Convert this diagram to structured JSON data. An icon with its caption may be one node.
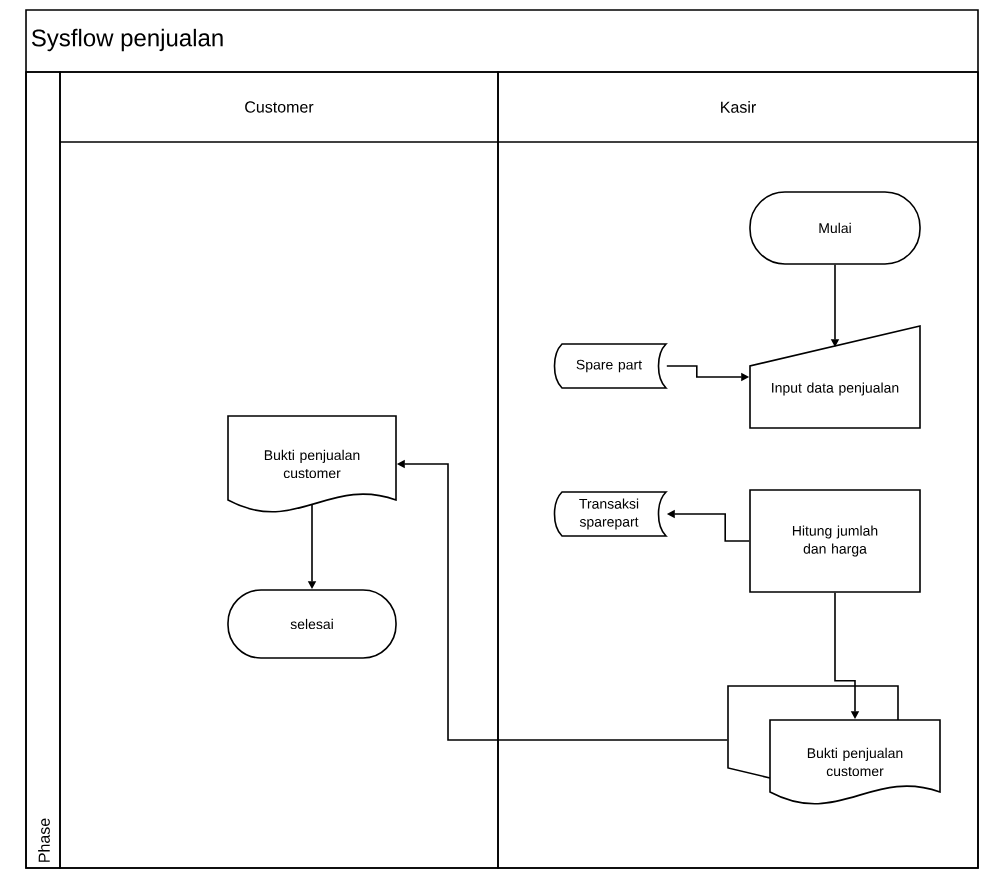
{
  "diagram": {
    "title": "Sysflow penjualan",
    "nodes": [
      {
        "text": [
          "Customer"
        ]
      },
      {
        "text": [
          "Kasir"
        ]
      },
      {
        "text": [
          "Mulai"
        ],
        "in": 1
      },
      {
        "text": [
          "Spare part"
        ],
        "in": 1
      },
      {
        "text": [
          "Input data penjualan"
        ],
        "in": 1
      },
      {
        "text": [
          "Transaksi sparepart"
        ],
        "in": 1
      },
      {
        "text": [
          "Hitung jumlah dan harga"
        ],
        "in": 1
      },
      {
        "text": [
          "Bukti penjualan customer"
        ],
        "in": 0
      },
      {
        "text": [
          "selesai"
        ],
        "in": 0
      },
      {
        "text": [
          "Bukti penjualan customer"
        ],
        "in": 1
      }
    ],
    "edges": [
      {
        "from": 2,
        "to": 4,
        "arrow": "to"
      },
      {
        "from": 3,
        "to": 4,
        "arrow": "to"
      },
      {
        "from": 6,
        "to": 5,
        "arrow": "to"
      },
      {
        "from": 6,
        "to": 9,
        "arrow": "to"
      },
      {
        "from": 9,
        "to": 7,
        "arrow": "to"
      },
      {
        "from": 7,
        "to": 8,
        "arrow": "to"
      }
    ],
    "labels": [
      "Phase"
    ]
  }
}
